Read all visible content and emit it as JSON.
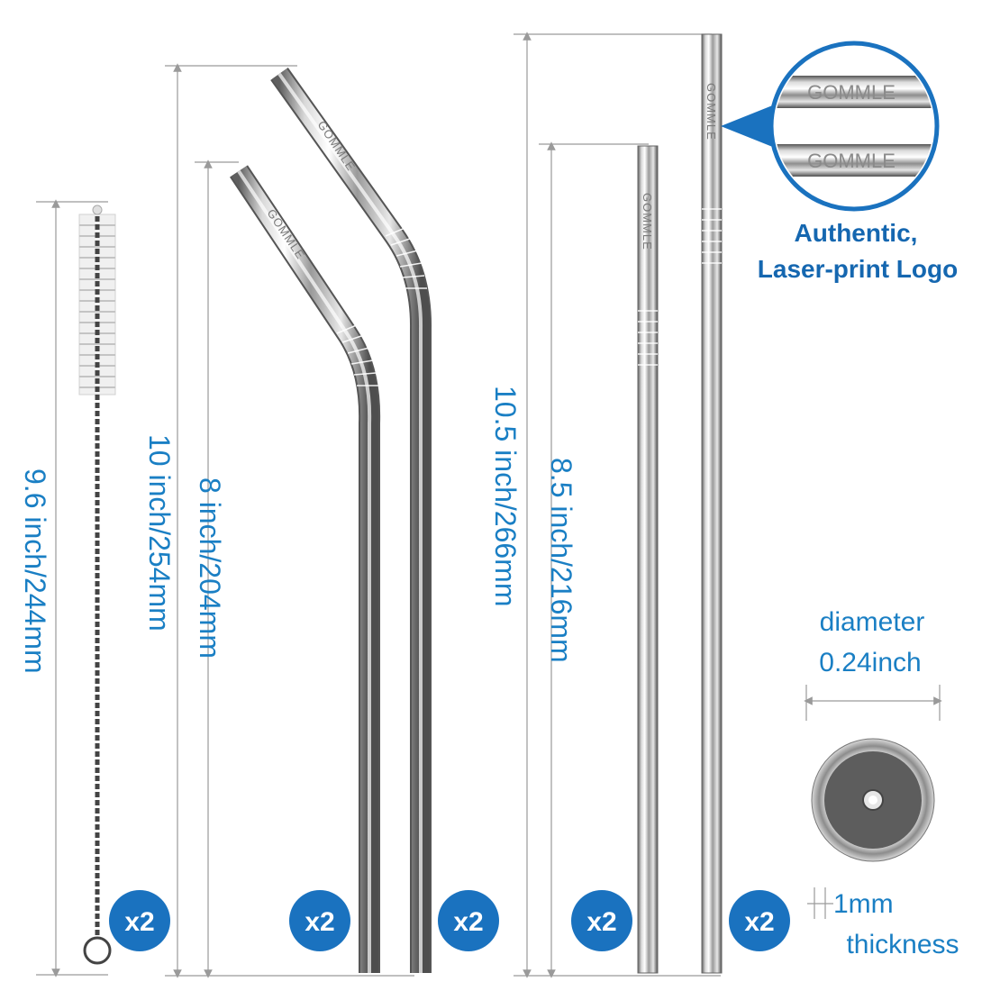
{
  "dimensions": {
    "brush": "9.6 inch/244mm",
    "bent_long": "10 inch/254mm",
    "bent_short": "8 inch/204mm",
    "straight_long": "10.5 inch/266mm",
    "straight_short": "8.5 inch/216mm"
  },
  "badges": {
    "brush": "x2",
    "bent_short": "x2",
    "bent_long": "x2",
    "straight_short": "x2",
    "straight_long": "x2"
  },
  "engraving": {
    "bent": "GOMMLE",
    "straight": "GOMMLE"
  },
  "logo_callout": {
    "zoom_text_top": "GOMMLE",
    "zoom_text_bottom": "GOMMLE",
    "caption_line1": "Authentic,",
    "caption_line2": "Laser-print Logo"
  },
  "diameter": {
    "label_line1": "diameter",
    "label_line2": "0.24inch"
  },
  "thickness": {
    "label_line1": "1mm",
    "label_line2": "thickness"
  },
  "colors": {
    "badge": "#1a72bf",
    "dimension_text": "#1a7fc4",
    "logo_caption": "#1567b0",
    "callout_ring": "#1a72bf"
  }
}
